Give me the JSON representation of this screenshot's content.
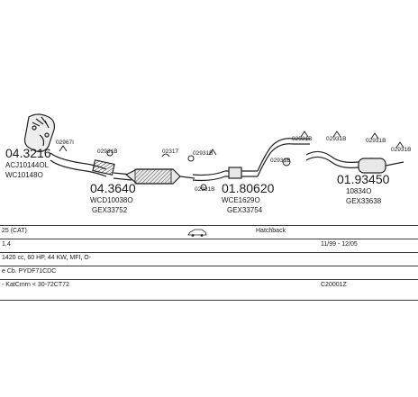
{
  "parts": [
    {
      "number": "04.3216",
      "alt1": "ACJ10144OL",
      "alt2": "WC10148O"
    },
    {
      "number": "04.3640",
      "alt1": "WCD10038O",
      "alt2": "GEX33752"
    },
    {
      "number": "01.80620",
      "alt1": "WCE1629O",
      "alt2": "GEX33754"
    },
    {
      "number": "01.93450",
      "alt1": "10834O",
      "alt2": "GEX33638"
    }
  ],
  "fittings": [
    "02967I",
    "02931B",
    "02317",
    "02931B",
    "02931B",
    "02931B",
    "02931B",
    "02931B",
    "02931B",
    "02931B"
  ],
  "table": {
    "row1": {
      "model": "25 (CAT)",
      "body": "Hatchback"
    },
    "row2": {
      "engine": "1.4",
      "years": "11/99 - 12/05"
    },
    "row3": {
      "spec": "1420 cc, 60 HP, 44 KW, MFI, O-"
    },
    "row4": {
      "code": "e Cb. PYDF71CDC"
    },
    "row5": {
      "ref": "- KatCmrn < 30-72CT72",
      "kit": "C20001Z"
    }
  },
  "icons": {
    "car": "car-side-icon"
  }
}
